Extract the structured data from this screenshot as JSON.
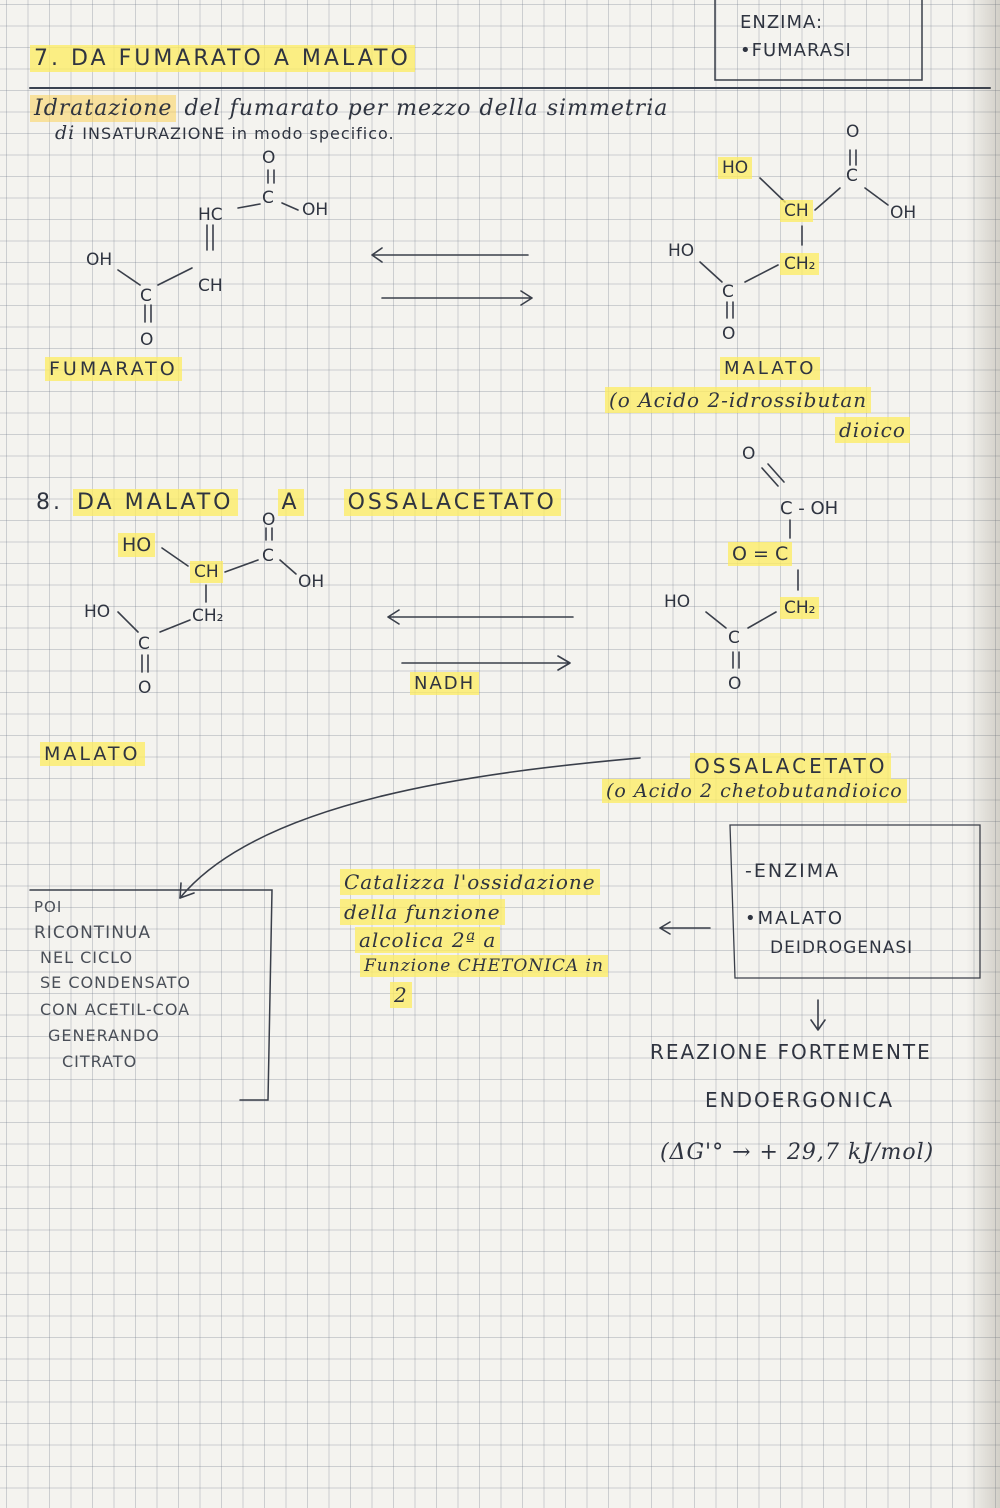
{
  "enzyme_box_top": {
    "heading": "ENZIMA:",
    "item": "•FUMARASI"
  },
  "section7": {
    "title": "7. DA FUMARATO A MALATO",
    "desc_line1_a": "Idratazione",
    "desc_line1_b": "del fumarato per mezzo della simmetria",
    "desc_line2_a": "di",
    "desc_line2_b": "INSATURAZIONE in modo specifico.",
    "fumarate": {
      "O_top": "O",
      "dbl": "=",
      "C_top": "C",
      "OH": "OH",
      "HC": "HC",
      "dbl2": "=",
      "CH": "CH",
      "OH_left": "OH",
      "C_bottom": "C",
      "O_bottom": "O"
    },
    "fumarate_label": "FUMARATO",
    "malate": {
      "O_top": "O",
      "C": "C",
      "OH": "OH",
      "HO": "HO",
      "CH": "CH",
      "HO_left": "HO",
      "CH2": "CH₂",
      "C_bottom": "C",
      "O_bottom": "O"
    },
    "malate_label": "MALATO",
    "malate_alt_1": "(o Acido 2-idrossibutan",
    "malate_alt_2": "dioico"
  },
  "section8": {
    "title_num": "8.",
    "title_a": "DA MALATO",
    "title_b": "A",
    "title_c": "OSSALACETATO",
    "malate": {
      "HO": "HO",
      "CH": "CH",
      "O_top": "O",
      "C": "C",
      "OH": "OH",
      "HO_left": "HO",
      "CH2": "CH₂",
      "C_bottom": "C",
      "O_bottom": "O"
    },
    "nadh": "NADH",
    "malate_label": "MALATO",
    "oxal": {
      "O_top": "O",
      "C_OH": "C - OH",
      "O_eq_C": "O = C",
      "HO": "HO",
      "CH2": "CH₂",
      "C_bottom": "C",
      "O_bottom": "O"
    },
    "oxal_label": "OSSALACETATO",
    "oxal_alt": "(o Acido 2 chetobutandioico",
    "enzyme_heading": "-ENZIMA",
    "enzyme_name_1": "•MALATO",
    "enzyme_name_2": "DEIDROGENASI",
    "catalysis_1": "Catalizza l'ossidazione",
    "catalysis_2": "della funzione",
    "catalysis_3": "alcolica 2ª a",
    "catalysis_4": "Funzione CHETONICA in",
    "catalysis_5": "2",
    "note_1": "POI",
    "note_2": "RICONTINUA",
    "note_3": "NEL CICLO",
    "note_4": "SE CONDENSATO",
    "note_5": "CON ACETIL-COA",
    "note_6": "GENERANDO",
    "note_7": "CITRATO",
    "reaction_1": "REAZIONE FORTEMENTE",
    "reaction_2": "ENDOERGONICA",
    "reaction_3": "(ΔG'° → + 29,7 kJ/mol)"
  }
}
